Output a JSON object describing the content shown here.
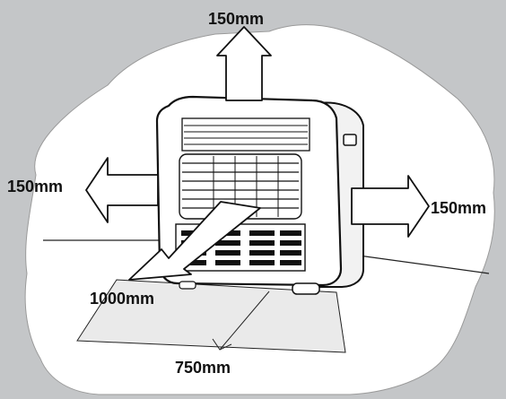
{
  "diagram": {
    "clearance_top": "150mm",
    "clearance_left": "150mm",
    "clearance_right": "150mm",
    "clearance_front": "1000mm",
    "floor_protection_depth": "750mm"
  },
  "colors": {
    "background": "#c4c6c8",
    "blob": "#ffffff",
    "arrow_fill": "#ffffff",
    "floor_plate": "#eaeaea",
    "outline": "#111111"
  }
}
